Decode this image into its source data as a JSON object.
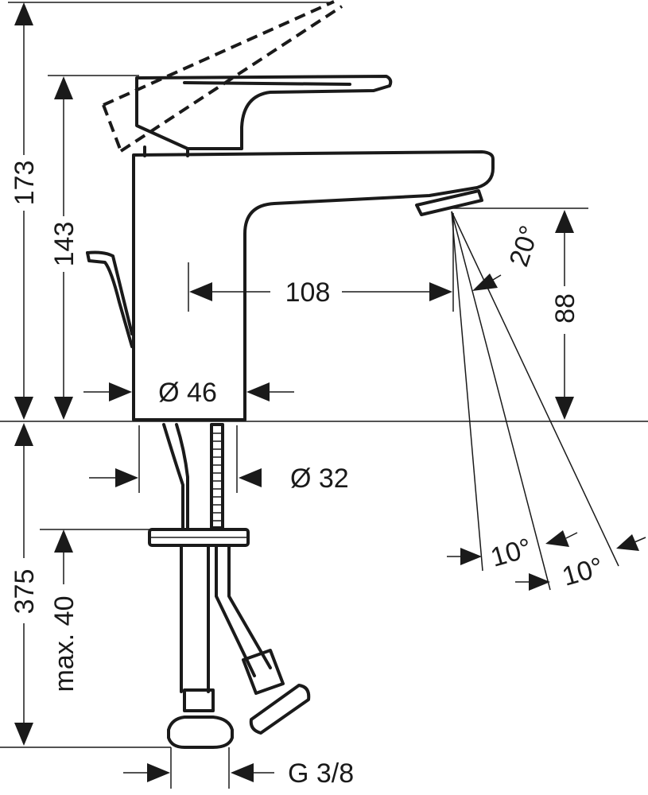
{
  "dimensions": {
    "total_height": "173",
    "body_height": "143",
    "reach": "108",
    "body_diameter": "Ø 46",
    "spout_clearance": "88",
    "spray_angle": "20°",
    "shank_diameter": "Ø 32",
    "below_deck": "375",
    "max_thickness": "max. 40",
    "spray_angle_left": "10°",
    "spray_angle_right": "10°",
    "thread": "G 3/8"
  }
}
